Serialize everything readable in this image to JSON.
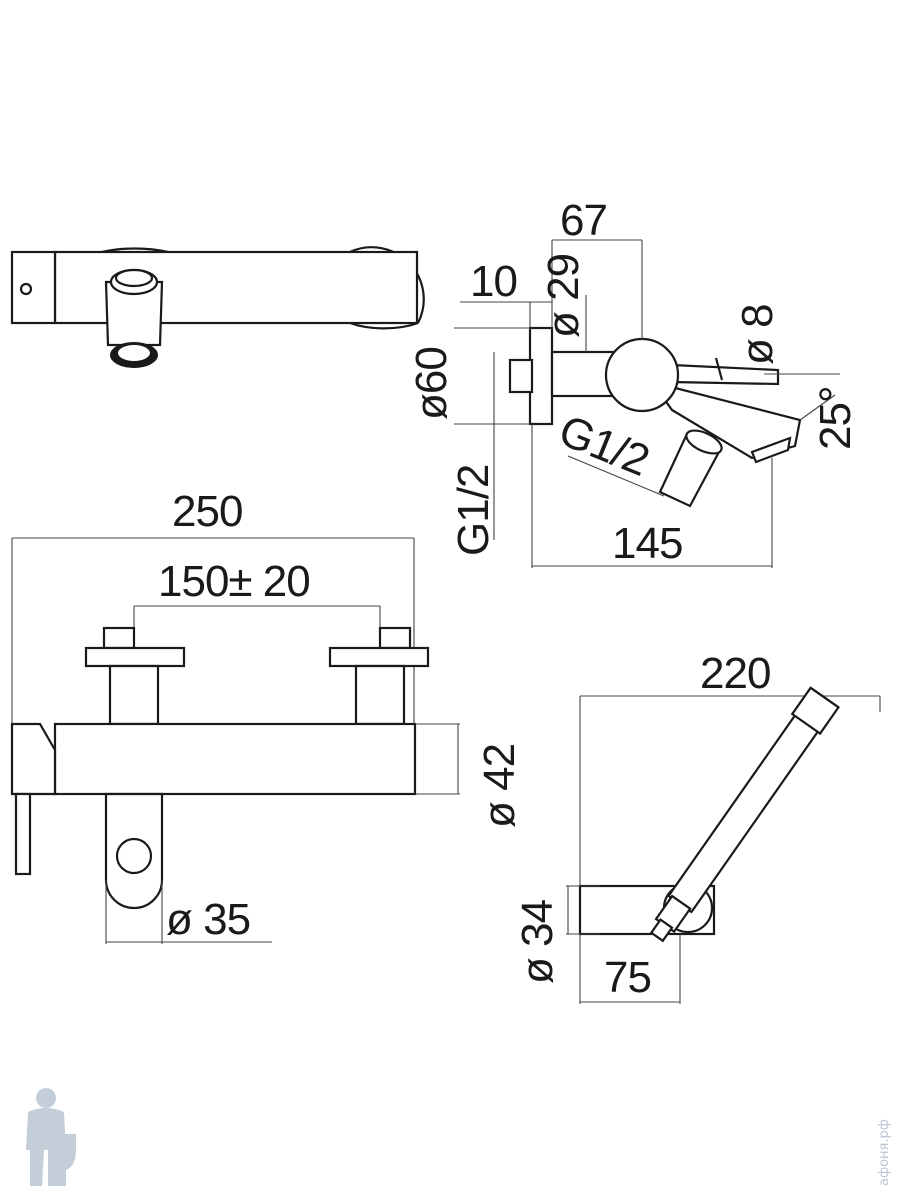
{
  "dimensions": {
    "d67": "67",
    "d29": "ø 29",
    "d10": "10",
    "d8": "ø 8",
    "d60": "ø60",
    "g12_spout": "G1/2",
    "g12_wall": "G1/2",
    "angle25": "25°",
    "d145": "145",
    "d250": "250",
    "d150": "150± 20",
    "d42": "ø 42",
    "d35": "ø 35",
    "d220": "220",
    "d34": "ø 34",
    "d75": "75"
  },
  "watermark": {
    "text": "афоня.рф"
  },
  "colors": {
    "line": "#1a1a1a",
    "dimension_line": "#444444",
    "watermark": "#b9c6d3"
  }
}
